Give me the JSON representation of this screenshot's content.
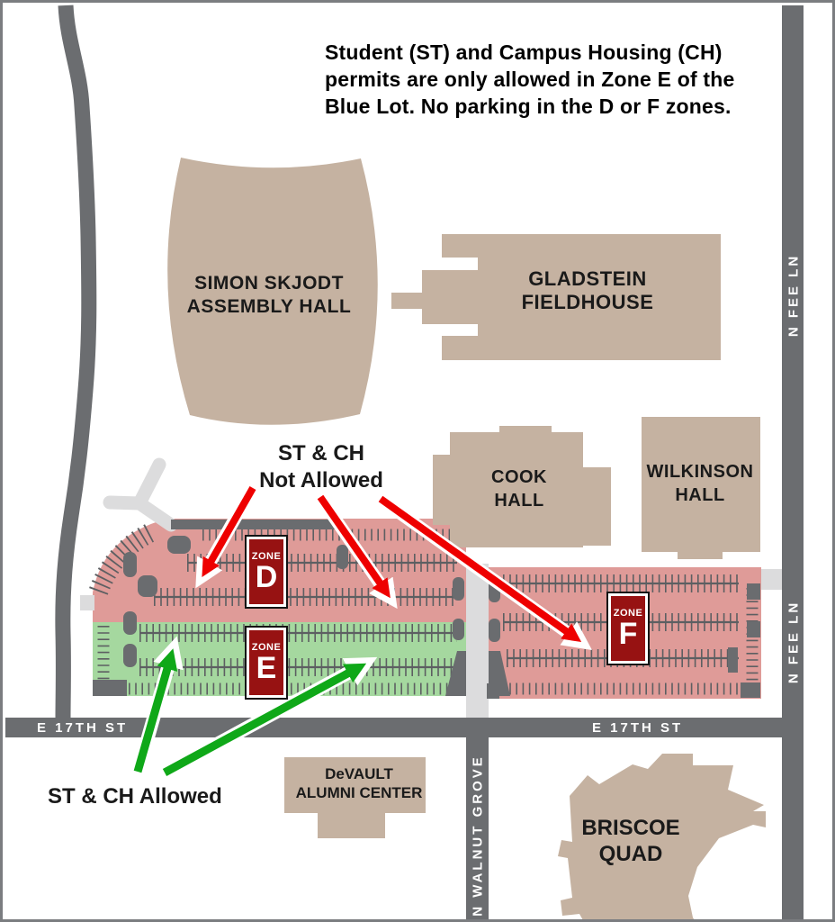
{
  "header": {
    "title_lines": [
      "Student (ST) and Campus Housing (CH)",
      "permits are only allowed in Zone E of the",
      "Blue Lot. No parking in the D or F zones."
    ]
  },
  "map": {
    "buildings": {
      "assembly": {
        "line1": "SIMON SKJODT",
        "line2": "ASSEMBLY HALL"
      },
      "gladstein": {
        "line1": "GLADSTEIN",
        "line2": "FIELDHOUSE"
      },
      "cook": {
        "line1": "COOK",
        "line2": "HALL"
      },
      "wilkinson": {
        "line1": "WILKINSON",
        "line2": "HALL"
      },
      "devault": {
        "line1": "DeVAULT",
        "line2": "ALUMNI CENTER"
      },
      "briscoe": {
        "line1": "BRISCOE",
        "line2": "QUAD"
      }
    },
    "roads": {
      "e17_west": "E 17TH ST",
      "e17_east": "E 17TH ST",
      "walnut": "N WALNUT GROVE",
      "fee_top": "N FEE LN",
      "fee_bottom": "N FEE LN"
    },
    "zones": {
      "d": {
        "word": "ZONE",
        "letter": "D"
      },
      "e": {
        "word": "ZONE",
        "letter": "E"
      },
      "f": {
        "word": "ZONE",
        "letter": "F"
      }
    },
    "annotations": {
      "not_allowed_line1": "ST & CH",
      "not_allowed_line2": "Not Allowed",
      "allowed": "ST & CH Allowed"
    }
  },
  "colors": {
    "zone_restricted": "#df9b98",
    "zone_allowed": "#a5d89f",
    "building": "#c5b2a1",
    "road": "#6b6d70",
    "road_light": "#dcdcdd",
    "badge": "#971212",
    "arrow_red": "#ee0000",
    "arrow_green": "#0fa818",
    "text": "#1a1a1a"
  }
}
